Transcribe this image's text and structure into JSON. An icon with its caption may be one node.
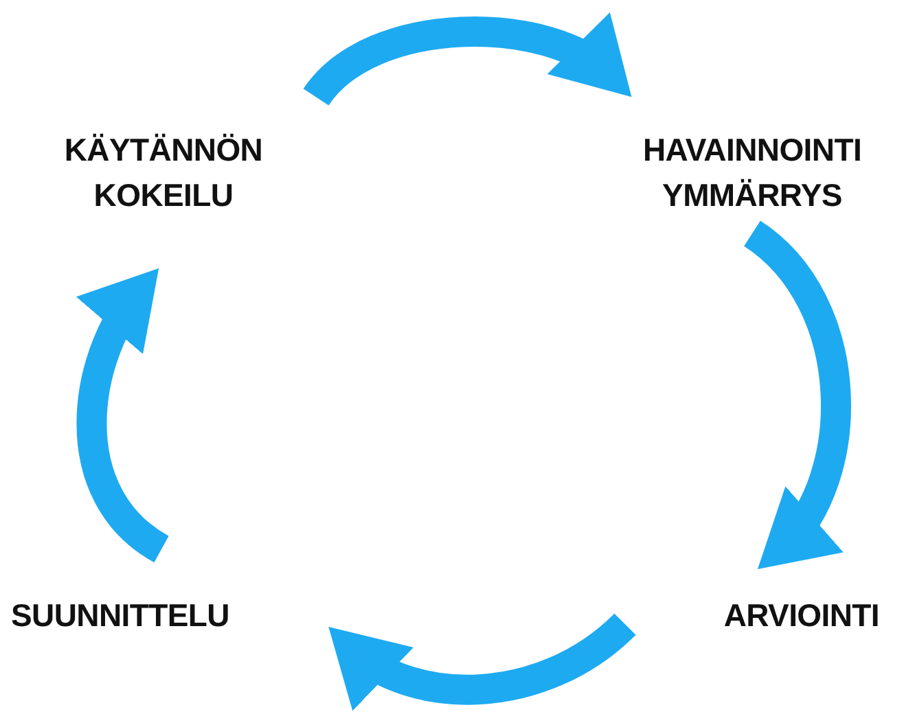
{
  "diagram": {
    "nodes": [
      {
        "text": [
          "KÄYTÄNNÖN KOKEILU"
        ]
      },
      {
        "text": [
          "HAVAINNOINTI YMMÄRRYS"
        ]
      },
      {
        "text": [
          "ARVIOINTI"
        ]
      },
      {
        "text": [
          "SUUNNITTELU"
        ]
      }
    ],
    "edges": [
      {
        "from": 0,
        "to": 1,
        "arrow": "to"
      },
      {
        "from": 1,
        "to": 2,
        "arrow": "to"
      },
      {
        "from": 2,
        "to": 3,
        "arrow": "to"
      },
      {
        "from": 3,
        "to": 0,
        "arrow": "to"
      }
    ]
  }
}
